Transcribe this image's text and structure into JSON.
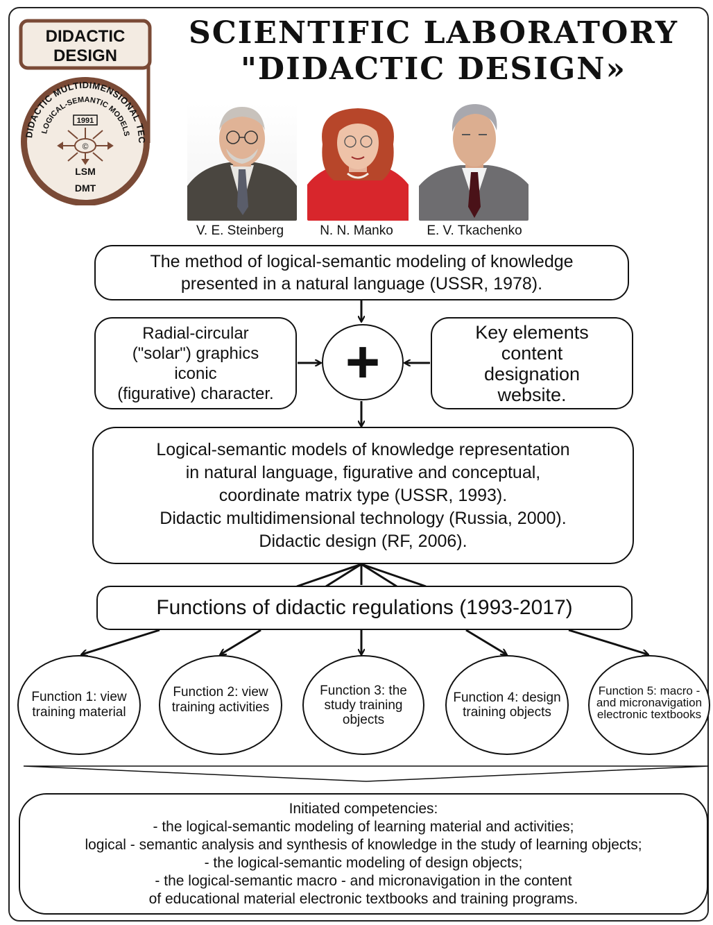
{
  "logo": {
    "name": "DIDACTIC DESIGN",
    "name_line1": "DIDACTIC",
    "name_line2": "DESIGN",
    "ring_outer": "DIDACTIC MULTIDIMENSIONAL TECHNOLOGY",
    "ring_inner": "LOGICAL-SEMANTIC MODELS",
    "year": "1991",
    "copyright": "©",
    "lsm": "LSM",
    "dmt": "DMT"
  },
  "header": {
    "title_line1": "SCIENTIFIC LABORATORY",
    "title_line2": "\"DIDACTIC DESIGN»"
  },
  "people": [
    {
      "name": "V. E. Steinberg"
    },
    {
      "name": "N. N. Manko"
    },
    {
      "name": "E. V. Tkachenko"
    }
  ],
  "diagram": {
    "method": {
      "line1": "The method of logical-semantic modeling of knowledge",
      "line2": "presented in a natural language (USSR, 1978)."
    },
    "left_box": {
      "line1": "Radial-circular",
      "line2": "(\"solar\") graphics",
      "line3": "iconic",
      "line4": "(figurative) character."
    },
    "plus": "+",
    "right_box": {
      "line1": "Key elements",
      "line2": "content",
      "line3": "designation",
      "line4": "website."
    },
    "models": {
      "line1": "Logical-semantic models of knowledge representation",
      "line2": "in natural language, figurative and conceptual,",
      "line3": "coordinate matrix type (USSR, 1993).",
      "line4": "Didactic multidimensional technology (Russia, 2000).",
      "line5": "Didactic design (RF, 2006)."
    },
    "functions_title": "Functions of didactic regulations (1993-2017)",
    "functions": [
      {
        "lines": [
          "Function 1:",
          "view training",
          "material"
        ]
      },
      {
        "lines": [
          "Function 2:",
          "view training",
          "activities"
        ]
      },
      {
        "lines": [
          "Function 3:",
          "the study",
          "training",
          "objects"
        ]
      },
      {
        "lines": [
          "Function 4:",
          "design",
          "training",
          "objects"
        ]
      },
      {
        "lines": [
          "Function 5:",
          "macro - and",
          "micronavigation",
          "electronic",
          "textbooks"
        ]
      }
    ],
    "competencies": {
      "heading": "Initiated competencies:",
      "items": [
        "- the logical-semantic modeling of learning material and activities;",
        "logical - semantic analysis and synthesis of knowledge in the study of learning objects;",
        "- the logical-semantic modeling of design objects;",
        "- the logical-semantic macro - and micronavigation in the content",
        "of educational material electronic textbooks and training programs."
      ]
    }
  },
  "colors": {
    "logo_brown": "#7a4a36",
    "logo_cream": "#f3ebe2",
    "line": "#111111"
  }
}
